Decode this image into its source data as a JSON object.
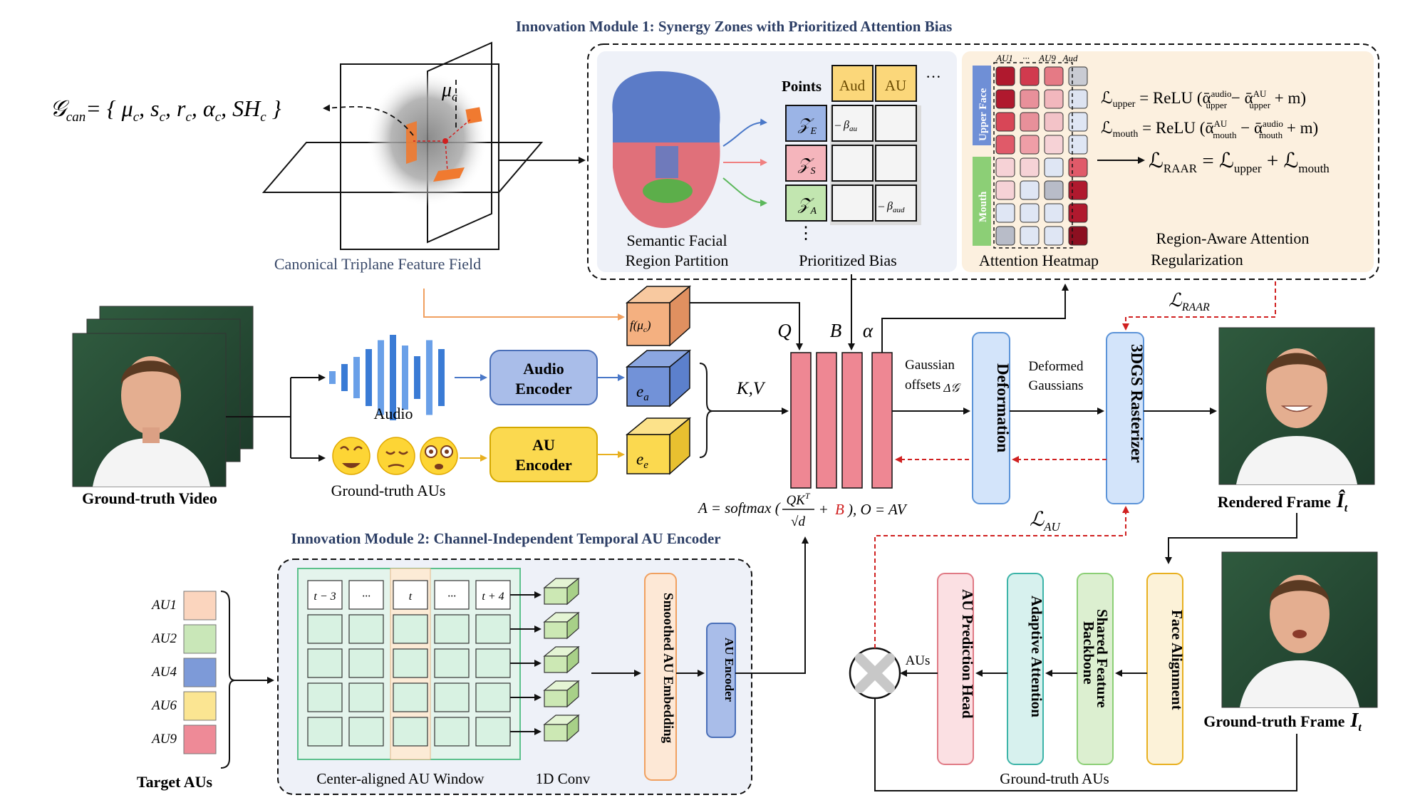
{
  "titles": {
    "module1": "Innovation Module 1: Synergy Zones with Prioritized Attention Bias",
    "module2": "Innovation Module 2: Channel-Independent Temporal AU Encoder"
  },
  "triplane": {
    "label": "Canonical Triplane Feature Field",
    "gcan": "𝒢",
    "gcan_sub": "can",
    "gcan_rhs": "= { μ",
    "gcan_rest": ", s",
    "gcan_r": ", r",
    "gcan_alpha": ", α",
    "gcan_sh": ", SH",
    "gcan_close": " }",
    "sub_c": "c",
    "mu": "μ"
  },
  "partition": {
    "label_line1": "Semantic Facial",
    "label_line2": "Region Partition",
    "points": "Points",
    "aud": "Aud",
    "au": "AU",
    "dots": "···",
    "zE": "𝒵",
    "zE_sub": "E",
    "zS": "𝒵",
    "zS_sub": "S",
    "zA": "𝒵",
    "zA_sub": "A",
    "beta_au": "– β",
    "beta_au_sub": "au",
    "beta_aud": "– β",
    "beta_aud_sub": "aud",
    "vdots": "⋮",
    "bias_label": "Prioritized Bias"
  },
  "heatmap": {
    "cols": [
      "AU1",
      "···",
      "AU9",
      "Aud"
    ],
    "upper": "Upper Face",
    "mouth": "Mouth",
    "label": "Attention Heatmap",
    "cells": [
      [
        "#b0192e",
        "#d13a4e",
        "#e57a85",
        "#c9cbd3"
      ],
      [
        "#b0192e",
        "#e8909a",
        "#f2b7bd",
        "#dde3f1"
      ],
      [
        "#d84657",
        "#e8909a",
        "#f3c3c8",
        "#dfe6f4"
      ],
      [
        "#e05a69",
        "#ef9ea7",
        "#f6d2d6",
        "#dfe6f4"
      ],
      [
        "#f6d2d6",
        "#f6d2d6",
        "#dfe6f4",
        "#e05a69"
      ],
      [
        "#f6d2d6",
        "#dfe6f4",
        "#b8bcc8",
        "#b0192e"
      ],
      [
        "#dfe6f4",
        "#dfe6f4",
        "#dfe6f4",
        "#b0192e"
      ],
      [
        "#b8bcc8",
        "#dfe6f4",
        "#dfe6f4",
        "#8c0f20"
      ]
    ]
  },
  "losses": {
    "upper": "ℒupper = ReLU (ᾱaudio upper − ᾱAU upper + m)",
    "upper_lhs": "ℒ",
    "upper_sub": "upper",
    "upper_mid": " = ReLU (ᾱ",
    "upper_a1": "audio",
    "upper_a1b": "upper",
    "upper_minus": " − ᾱ",
    "upper_a2": "AU",
    "upper_a2b": "upper",
    "upper_end": " + m)",
    "mouth_lhs": "ℒ",
    "mouth_sub": "mouth",
    "mouth_mid": " = ReLU (ᾱ",
    "mouth_a1": "AU",
    "mouth_a1b": "mouth",
    "mouth_minus": " − ᾱ",
    "mouth_a2": "audio",
    "mouth_a2b": "mouth",
    "mouth_end": " + m)",
    "raar_lhs": "ℒ",
    "raar_sub": "RAAR",
    "raar_eq": " = ℒ",
    "raar_upper": "upper",
    "raar_plus": " + ℒ",
    "raar_mouth": "mouth",
    "raar_label1": "Region-Aware Attention",
    "raar_label2": "Regularization",
    "l_raar": "ℒ",
    "l_raar_sub": "RAAR",
    "l_au": "ℒ",
    "l_au_sub": "AU"
  },
  "inputs": {
    "gt_video": "Ground-truth Video",
    "audio": "Audio",
    "gt_aus": "Ground-truth AUs",
    "audio_encoder_1": "Audio",
    "audio_encoder_2": "Encoder",
    "au_encoder_1": "AU",
    "au_encoder_2": "Encoder",
    "ea": "e",
    "ea_sub": "a",
    "ee": "e",
    "ee_sub": "e",
    "fmu": "f(μ",
    "fmu_sub": "c",
    "fmu_end": ")"
  },
  "attention": {
    "Q": "Q",
    "B": "B",
    "alpha": "α",
    "KV": "K,V",
    "formula_a": "A = softmax (",
    "formula_num": "QK",
    "formula_T": "T",
    "formula_den": "√d",
    "formula_plus": "+",
    "formula_B": "B",
    "formula_end": "), O = AV"
  },
  "pipeline": {
    "gauss1": "Gaussian",
    "gauss2": "offsets",
    "delta_g": "Δ𝒢",
    "deformation": "Deformation",
    "deformed1": "Deformed",
    "deformed2": "Gaussians",
    "rasterizer": "3DGS Rasterizer",
    "rendered": "Rendered Frame",
    "rendered_sym": "Î",
    "rendered_sub": "t",
    "gt_frame": "Ground-truth Frame",
    "gt_sym": "I",
    "gt_sub": "t"
  },
  "au_branch": {
    "face_alignment": "Face Alignment",
    "shared1": "Shared Feature",
    "shared2": "Backbone",
    "adaptive": "Adaptive Attention",
    "au_head": "AU Prediction Head",
    "aus": "AUs",
    "gt_aus_bottom": "Ground-truth AUs"
  },
  "temporal": {
    "target_aus": "Target AUs",
    "au_list": [
      "AU1",
      "AU2",
      "AU4",
      "AU6",
      "AU9"
    ],
    "au_colors": [
      "#fbd5be",
      "#c9e7b8",
      "#7d9ad8",
      "#fbe592",
      "#ee8a97"
    ],
    "window_cols": [
      "t − 3",
      "···",
      "t",
      "···",
      "t + 4"
    ],
    "window_label": "Center-aligned AU Window",
    "conv_label": "1D Conv",
    "smoothed": "Smoothed AU Embedding",
    "au_encoder": "AU Encoder"
  },
  "colors": {
    "title": "#2d3f66",
    "pink_block": "#ee8793",
    "audio_bar": "#3a7bd5",
    "red_dash": "#d02020",
    "orange": "#f0a060"
  }
}
